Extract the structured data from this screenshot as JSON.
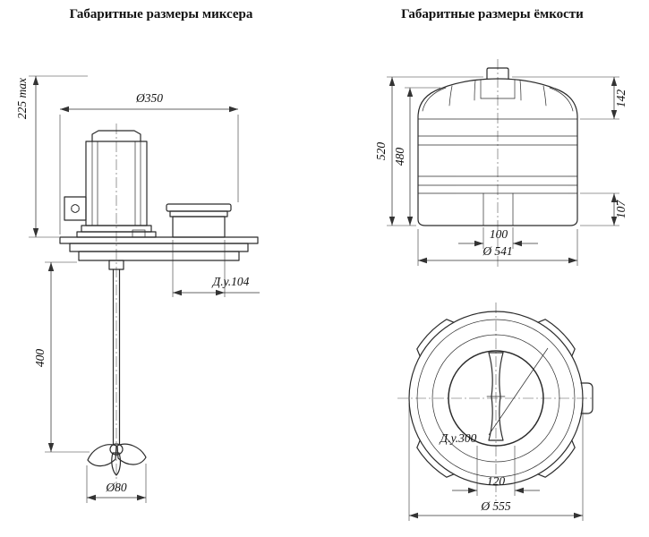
{
  "titles": {
    "mixer": "Габаритные размеры миксера",
    "tank": "Габаритные размеры ёмкости"
  },
  "mixer": {
    "dims": {
      "height_above": "225 max",
      "flange_diameter": "Ø350",
      "port": "Д.у.104",
      "shaft_depth": "400",
      "propeller_diameter": "Ø80"
    }
  },
  "tank_side": {
    "dims": {
      "total_height": "520",
      "body_height": "480",
      "lid_height": "142",
      "bottom_height": "107",
      "foot_width": "100",
      "diameter": "Ø 541"
    }
  },
  "tank_top": {
    "dims": {
      "opening": "Д.у.300",
      "handle_width": "120",
      "outer_diameter": "Ø 555"
    }
  }
}
